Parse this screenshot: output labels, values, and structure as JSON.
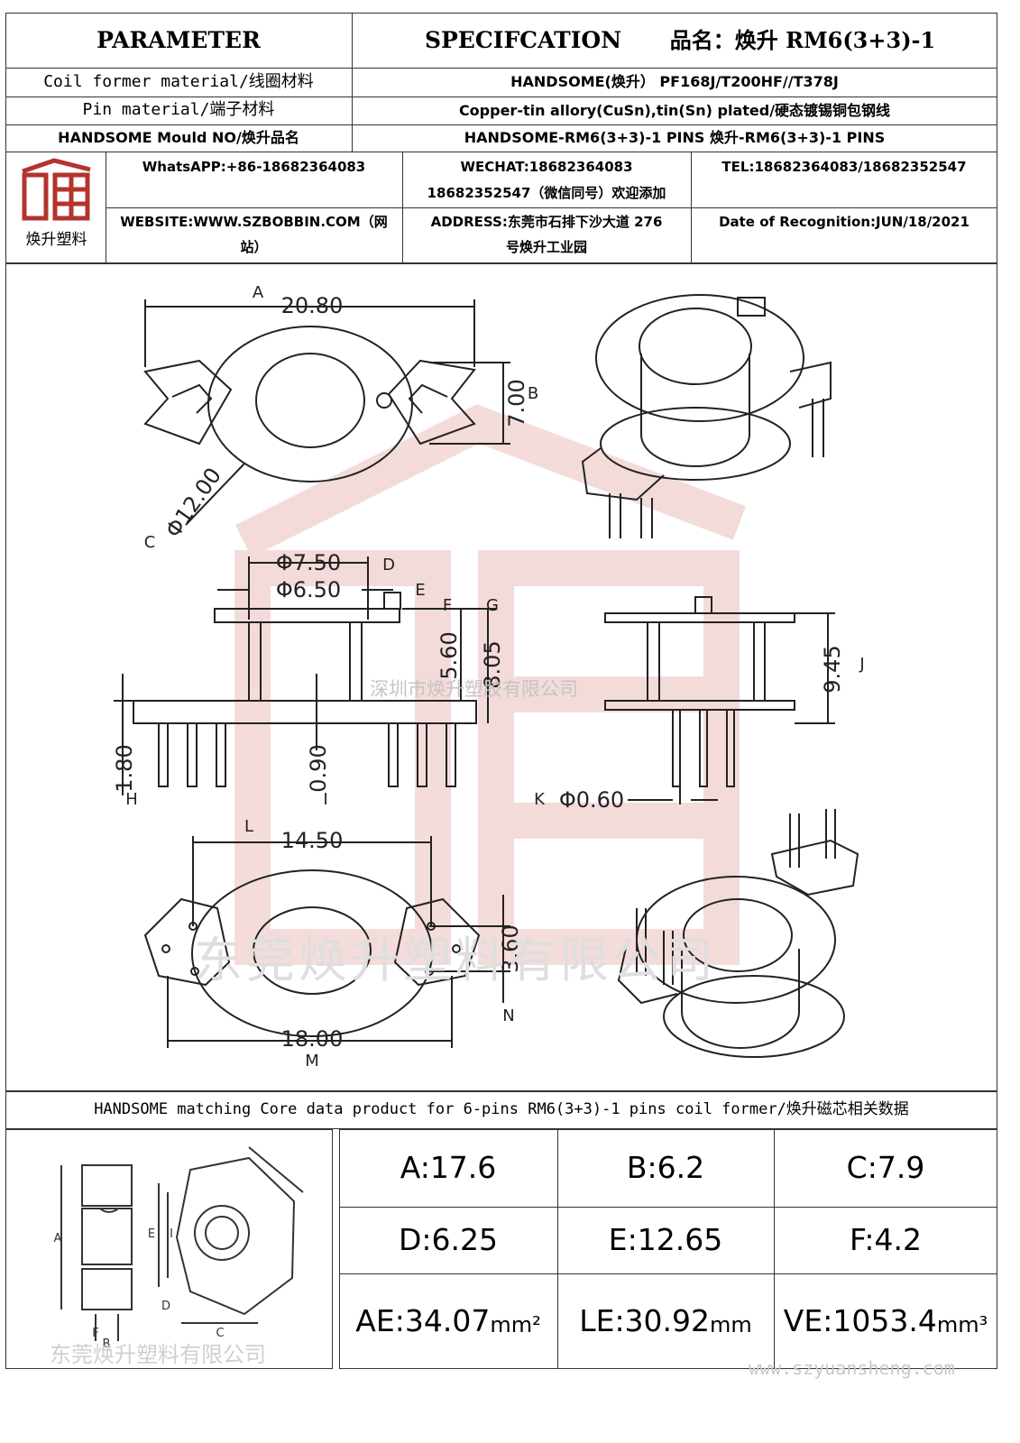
{
  "header": {
    "parameter": "PARAMETER",
    "specification": "SPECIFCATION",
    "product_name": "品名：焕升 RM6(3+3)-1"
  },
  "rows": [
    {
      "label": "Coil former material/线圈材料",
      "value": "HANDSOME(焕升）  PF168J/T200HF//T378J"
    },
    {
      "label": "Pin material/端子材料",
      "value": "Copper-tin allory(CuSn),tin(Sn) plated/硬态镀锡铜包钢线"
    },
    {
      "label": "HANDSOME Mould NO/焕升品名",
      "value": "HANDSOME-RM6(3+3)-1 PINS   焕升-RM6(3+3)-1 PINS"
    }
  ],
  "company": {
    "logo_text": "焕升塑料",
    "whatsapp": "WhatsAPP:+86-18682364083",
    "wechat_line1": "WECHAT:18682364083",
    "wechat_line2": "18682352547（微信同号）欢迎添加",
    "tel": "TEL:18682364083/18682352547",
    "website_line1": "WEBSITE:WWW.SZBOBBIN.COM（网",
    "website_line2": "站）",
    "address_line1": "ADDRESS:东莞市石排下沙大道 276",
    "address_line2": "号焕升工业园",
    "date": "Date of Recognition:JUN/18/2021"
  },
  "drawing": {
    "top_width": "20.80",
    "label_a": "A",
    "top_height": "7.00",
    "label_b": "B",
    "diameter": "Φ12.00",
    "label_c": "C",
    "d1": "Φ7.50",
    "label_d": "D",
    "d2": "Φ6.50",
    "label_e": "E",
    "label_f": "F",
    "label_g": "G",
    "h1": "5.60",
    "h2": "8.05",
    "pin_len": "1.80",
    "label_h": "H",
    "flange": "0.90",
    "label_i": "I",
    "side_h": "9.45",
    "label_j": "J",
    "pin_d": "Φ0.60",
    "label_k": "K",
    "bot_w1": "14.50",
    "label_l": "L",
    "bot_w2": "18.00",
    "label_m": "M",
    "bot_h": "3.60",
    "label_n": "N",
    "watermark_mid": "深圳市焕升塑胶有限公司",
    "watermark_big": "东莞焕升塑料有限公司"
  },
  "core_title": "HANDSOME matching Core data  product for 6-pins RM6(3+3)-1 pins coil former/焕升磁芯相关数据",
  "core_data": [
    {
      "label": "A:17.6"
    },
    {
      "label": "B:6.2"
    },
    {
      "label": "C:7.9"
    },
    {
      "label": "D:6.25"
    },
    {
      "label": "E:12.65"
    },
    {
      "label": "F:4.2"
    }
  ],
  "core_units": {
    "ae": "AE:34.07",
    "ae_unit": "mm²",
    "le": "LE:30.92",
    "le_unit": "mm",
    "ve": "VE:1053.4",
    "ve_unit": "mm³"
  },
  "core_drawing": {
    "a": "A",
    "b": "B",
    "f": "F",
    "c": "C",
    "d": "D",
    "e": "E",
    "i": "I",
    "watermark": "东莞焕升塑料有限公司"
  },
  "footer_url": "www.szyuansheng.com"
}
